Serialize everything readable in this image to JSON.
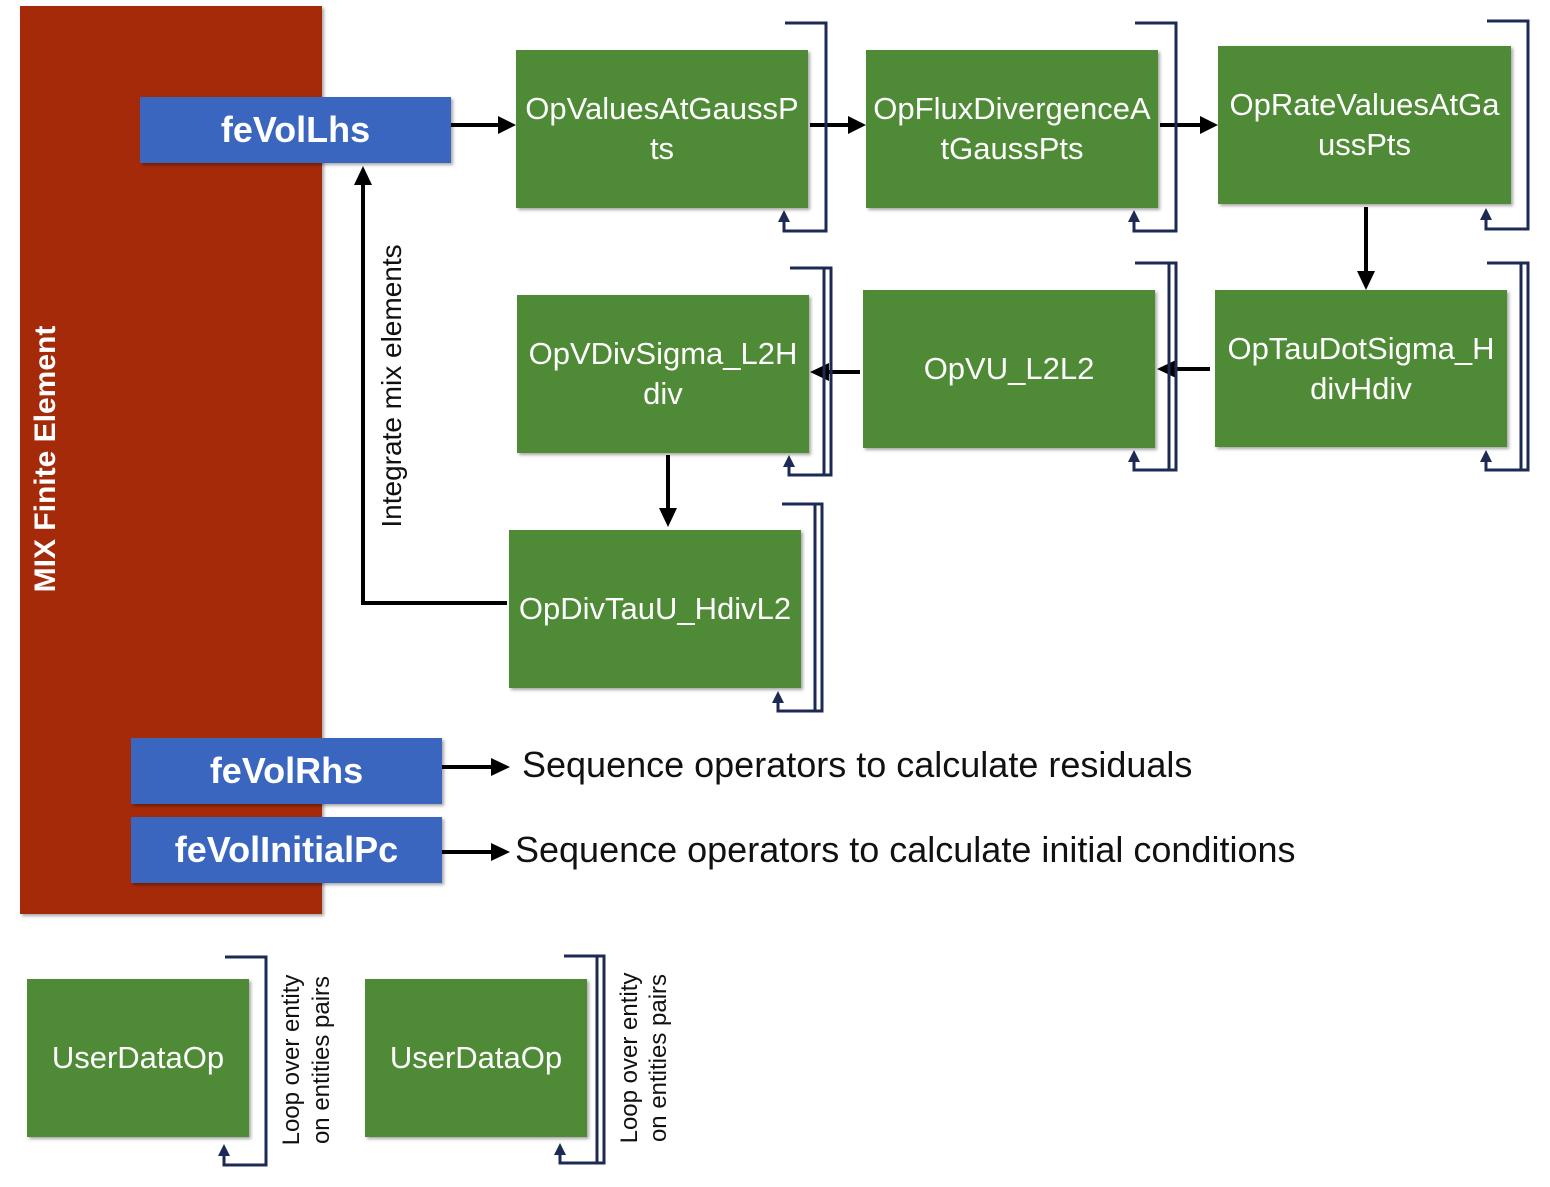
{
  "sidebar": {
    "title": "MIX Finite Element"
  },
  "fe_boxes": {
    "lhs": "feVolLhs",
    "rhs": "feVolRhs",
    "initial": "feVolInitialPc"
  },
  "operators": {
    "values_at_gauss": "OpValuesAtGaussPts",
    "flux_divergence": "OpFluxDivergenceAtGaussPts",
    "rate_values": "OpRateValuesAtGaussPts",
    "tau_dot_sigma": "OpTauDotSigma_HdivHdiv",
    "vu": "OpVU_L2L2",
    "vdiv_sigma": "OpVDivSigma_L2Hdiv",
    "div_tau_u": "OpDivTauU_HdivL2"
  },
  "labels": {
    "integrate": "Integrate mix elements",
    "residuals": "Sequence operators to calculate residuals",
    "initial_conditions": "Sequence operators to calculate initial conditions"
  },
  "legend": {
    "single": {
      "box": "UserDataOp",
      "caption_line1": "Loop over entity",
      "caption_line2": "on entities pairs"
    },
    "double": {
      "box": "UserDataOp",
      "caption_line1": "Loop over entity",
      "caption_line2": "on entities pairs"
    }
  },
  "colors": {
    "sidebar": "#a52a0a",
    "fe_box": "#3a66c0",
    "op_box": "#4f8a36",
    "loop_line": "#1c2a55",
    "arrow": "#000000"
  }
}
